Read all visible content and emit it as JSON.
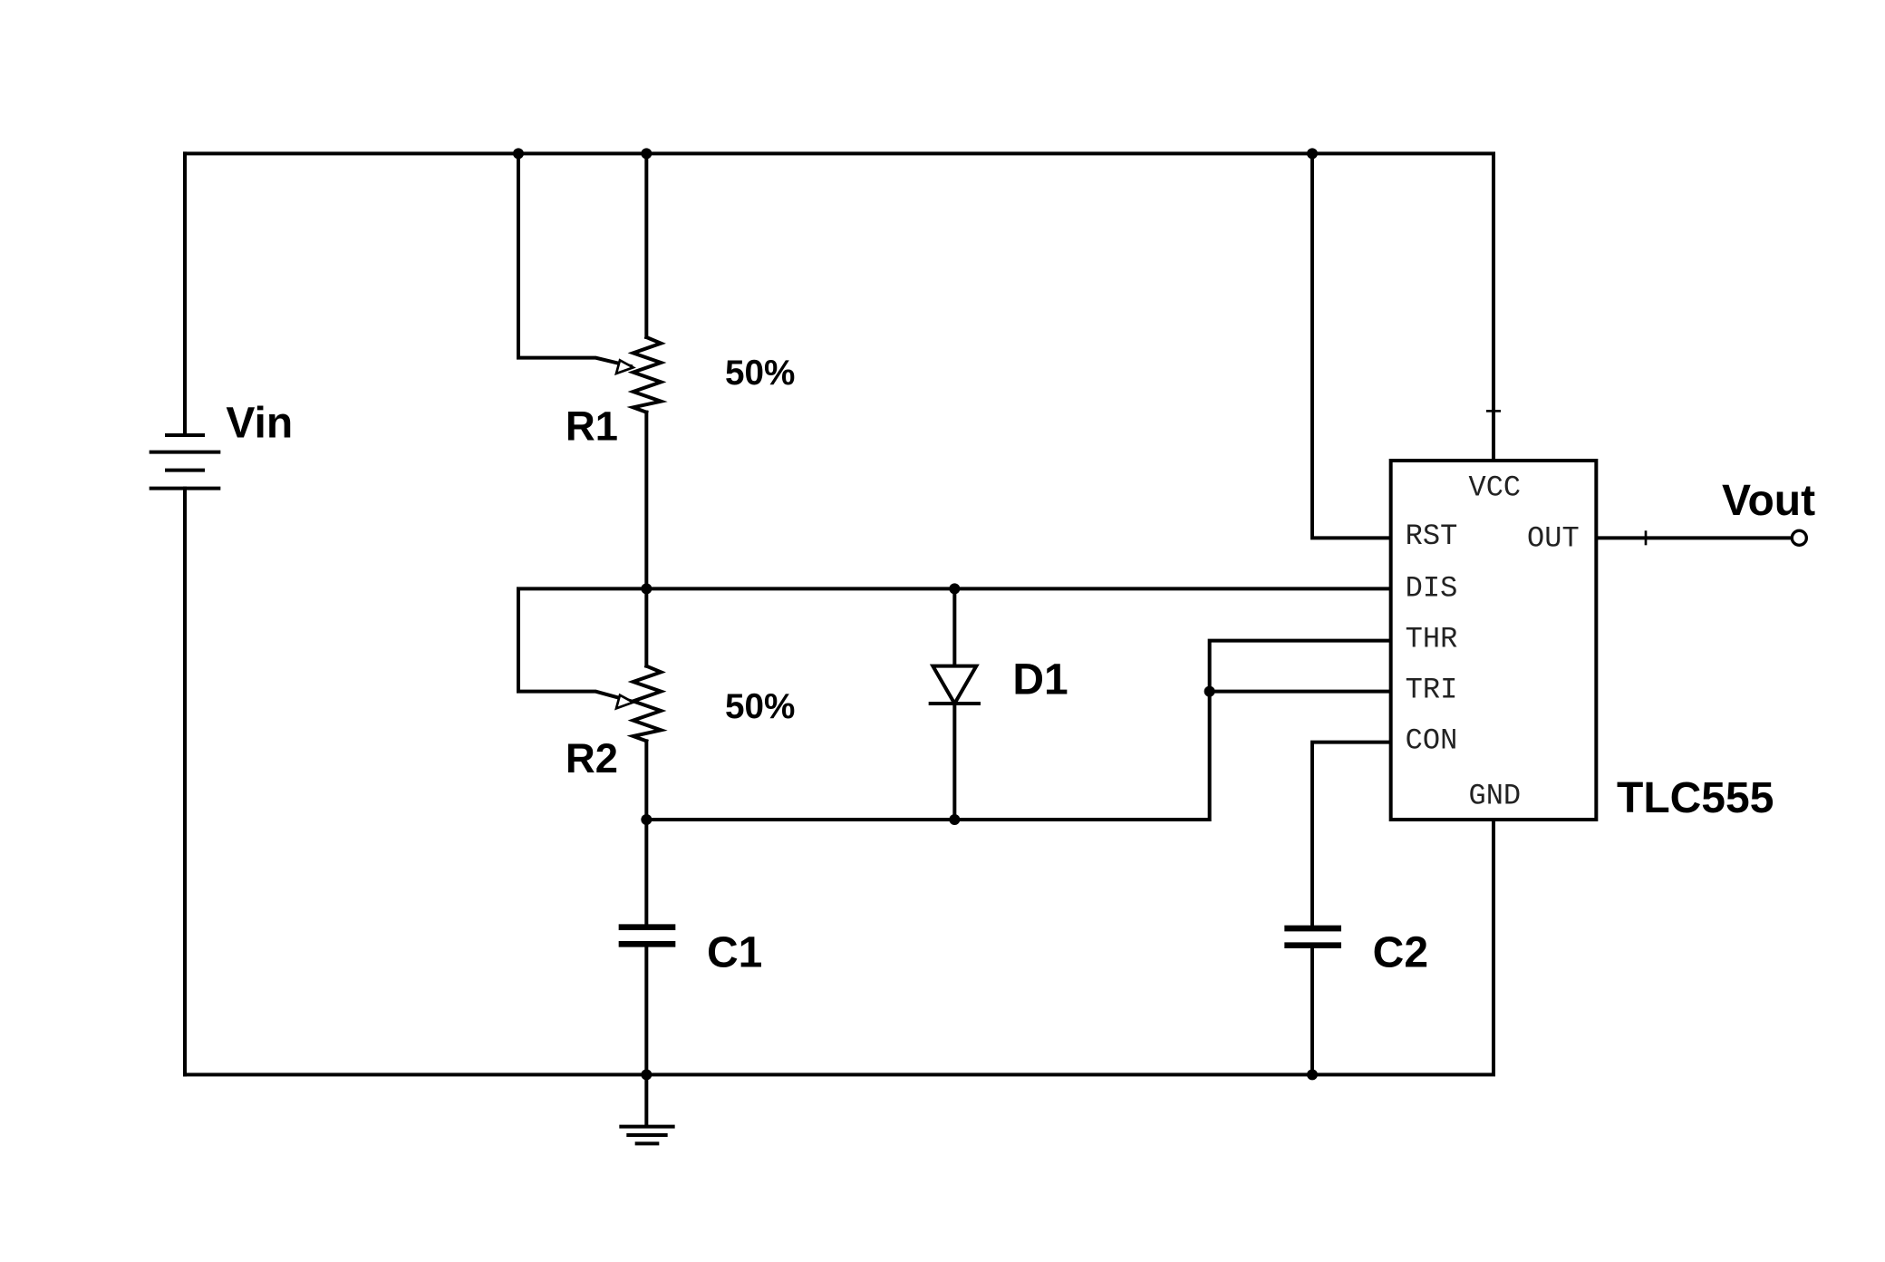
{
  "labels": {
    "vin": "Vin",
    "r1": "R1",
    "r1_setting": "50%",
    "r2": "R2",
    "r2_setting": "50%",
    "d1": "D1",
    "c1": "C1",
    "c2": "C2",
    "vout": "Vout",
    "ic": "TLC555"
  },
  "ic_pins": {
    "vcc": "VCC",
    "rst": "RST",
    "out": "OUT",
    "dis": "DIS",
    "thr": "THR",
    "tri": "TRI",
    "con": "CON",
    "gnd": "GND"
  }
}
